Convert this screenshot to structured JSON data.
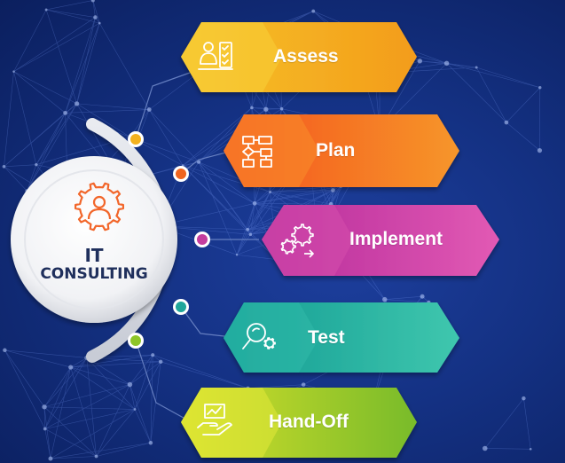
{
  "hub": {
    "line1": "IT",
    "line2": "CONSULTING",
    "icon": "gear-person-icon"
  },
  "steps": [
    {
      "label": "Assess",
      "icon": "person-checklist-icon",
      "color": "#f4b21f"
    },
    {
      "label": "Plan",
      "icon": "flowchart-icon",
      "color": "#f0641e"
    },
    {
      "label": "Implement",
      "icon": "gears-arrow-icon",
      "color": "#c43d9e"
    },
    {
      "label": "Test",
      "icon": "magnifier-gear-icon",
      "color": "#1fa69a"
    },
    {
      "label": "Hand-Off",
      "icon": "hand-chart-icon",
      "color": "#8fc628"
    }
  ],
  "colors": {
    "background": "#143183",
    "hub_icon": "#f2662a",
    "hub_text": "#1f2f5c"
  }
}
